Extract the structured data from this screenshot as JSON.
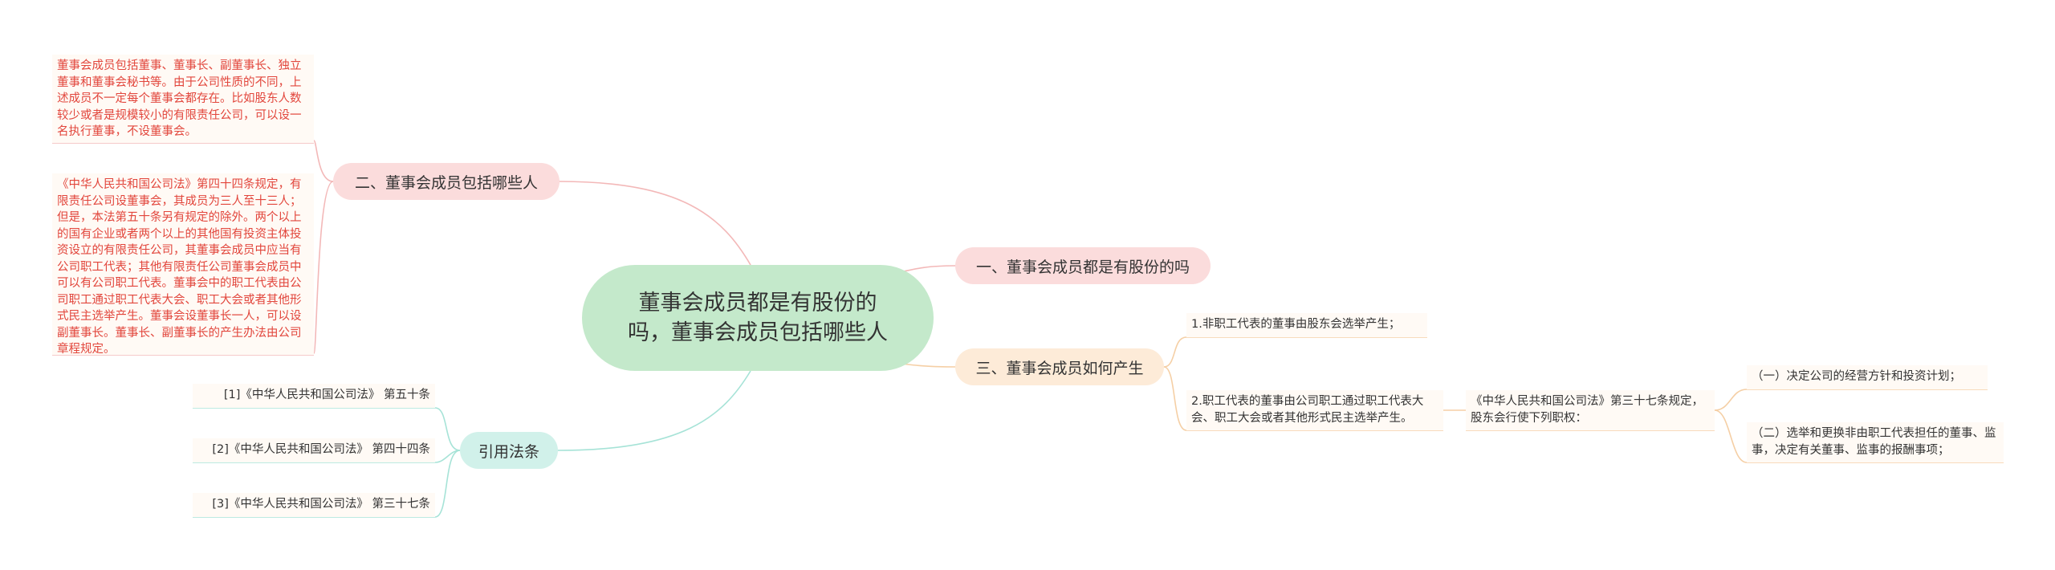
{
  "root": {
    "label": "董事会成员都是有股份的吗，董事会成员包括哪些人"
  },
  "branches": {
    "b1": {
      "label": "一、董事会成员都是有股份的吗"
    },
    "b2": {
      "label": "二、董事会成员包括哪些人",
      "notes": [
        "董事会成员包括董事、董事长、副董事长、独立董事和董事会秘书等。由于公司性质的不同，上述成员不一定每个董事会都存在。比如股东人数较少或者是规模较小的有限责任公司，可以设一名执行董事，不设董事会。",
        "《中华人民共和国公司法》第四十四条规定，有限责任公司设董事会，其成员为三人至十三人；但是，本法第五十条另有规定的除外。两个以上的国有企业或者两个以上的其他国有投资主体投资设立的有限责任公司，其董事会成员中应当有公司职工代表；其他有限责任公司董事会成员中可以有公司职工代表。董事会中的职工代表由公司职工通过职工代表大会、职工大会或者其他形式民主选举产生。董事会设董事长一人，可以设副董事长。董事长、副董事长的产生办法由公司章程规定。"
      ]
    },
    "b3": {
      "label": "三、董事会成员如何产生",
      "items": [
        "1.非职工代表的董事由股东会选举产生；",
        "2.职工代表的董事由公司职工通过职工代表大会、职工大会或者其他形式民主选举产生。"
      ],
      "law": "《中华人民共和国公司法》第三十七条规定，股东会行使下列职权：",
      "powers": [
        "（一）决定公司的经营方针和投资计划；",
        "（二）选举和更换非由职工代表担任的董事、监事，决定有关董事、监事的报酬事项；"
      ]
    },
    "b4": {
      "label": "引用法条",
      "citations": [
        "[1]《中华人民共和国公司法》 第五十条",
        "[2]《中华人民共和国公司法》 第四十四条",
        "[3]《中华人民共和国公司法》 第三十七条"
      ]
    }
  },
  "colors": {
    "root_fill": "#c4e9cb",
    "pink_fill": "#fbdcdc",
    "peach_fill": "#fdebd8",
    "mint_fill": "#d1f1ea",
    "note_text": "#e2463c",
    "pink_line": "#f3b8b8",
    "peach_line": "#f5cfa5",
    "mint_line": "#a6e3d7"
  }
}
